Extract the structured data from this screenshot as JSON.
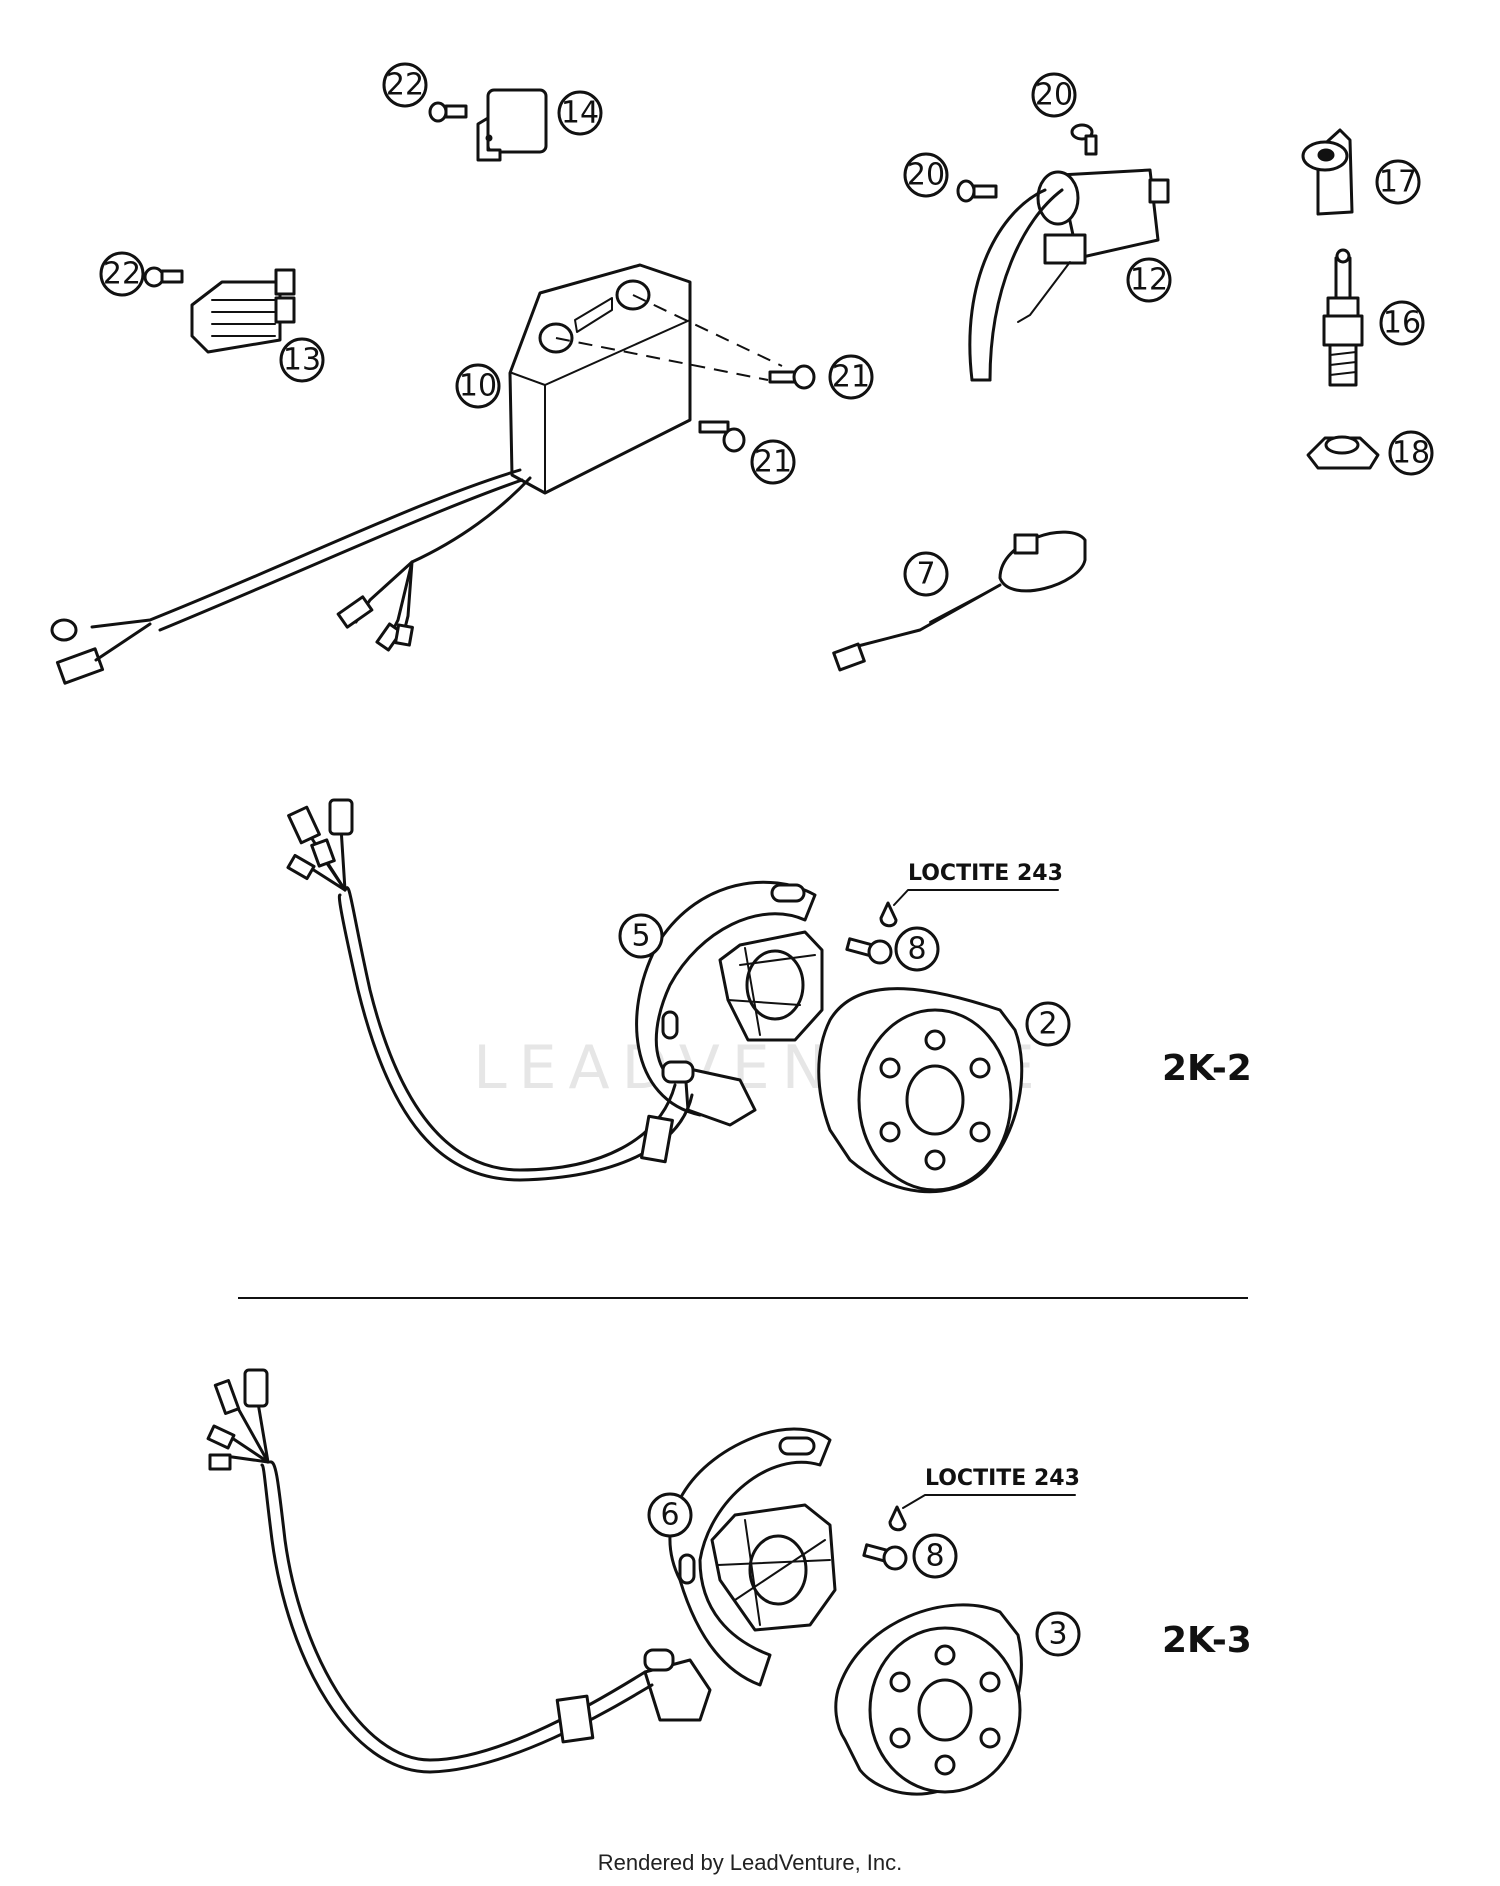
{
  "diagram": {
    "callouts": [
      {
        "id": "c22a",
        "label": "22"
      },
      {
        "id": "c14",
        "label": "14"
      },
      {
        "id": "c20a",
        "label": "20"
      },
      {
        "id": "c20b",
        "label": "20"
      },
      {
        "id": "c17",
        "label": "17"
      },
      {
        "id": "c22b",
        "label": "22"
      },
      {
        "id": "c13",
        "label": "13"
      },
      {
        "id": "c12",
        "label": "12"
      },
      {
        "id": "c16",
        "label": "16"
      },
      {
        "id": "c10",
        "label": "10"
      },
      {
        "id": "c21a",
        "label": "21"
      },
      {
        "id": "c21b",
        "label": "21"
      },
      {
        "id": "c18",
        "label": "18"
      },
      {
        "id": "c7",
        "label": "7"
      },
      {
        "id": "c5",
        "label": "5"
      },
      {
        "id": "c8a",
        "label": "8"
      },
      {
        "id": "c2",
        "label": "2"
      },
      {
        "id": "c6",
        "label": "6"
      },
      {
        "id": "c8b",
        "label": "8"
      },
      {
        "id": "c3",
        "label": "3"
      }
    ],
    "loctite_note_1": "LOCTITE 243",
    "loctite_note_2": "LOCTITE 243",
    "variant_top": "2K-2",
    "variant_bottom": "2K-3",
    "watermark": "LEADVENTURE",
    "footer": "Rendered by LeadVenture, Inc."
  }
}
